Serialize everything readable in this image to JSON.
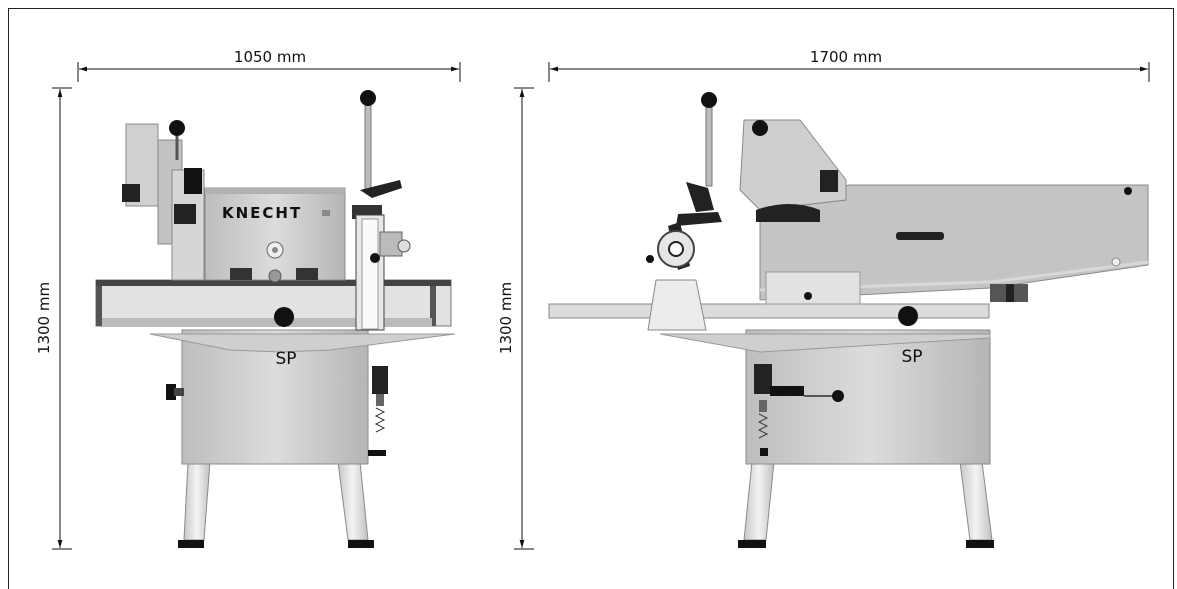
{
  "front_view": {
    "width_label": "1050 mm",
    "height_label": "1300 mm",
    "sp_label": "SP",
    "brand": "KNECHT"
  },
  "side_view": {
    "width_label": "1700 mm",
    "height_label": "1300 mm",
    "sp_label": "SP"
  },
  "colors": {
    "line": "#111111",
    "body_light": "#d9d9d9",
    "body_mid": "#bfbfbf",
    "body_dark": "#9a9a9a",
    "black": "#111111"
  }
}
